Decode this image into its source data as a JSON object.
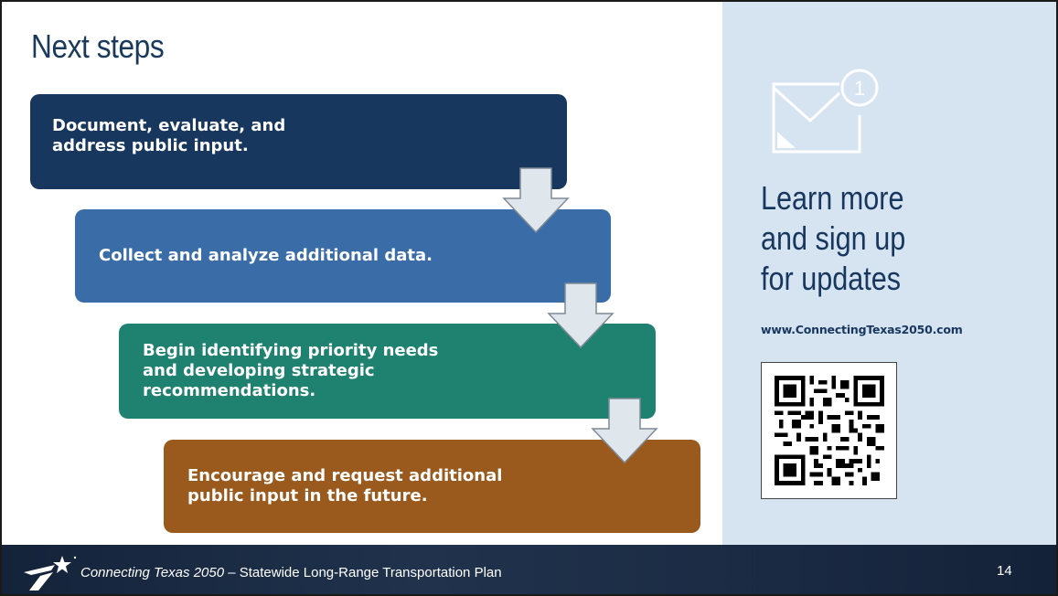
{
  "slide": {
    "title": "Next steps",
    "page_number": "14"
  },
  "steps": [
    {
      "text": "Document, evaluate, and\naddress public input.",
      "color": "#17375e"
    },
    {
      "text": "Collect and analyze additional data.",
      "color": "#3a6da8"
    },
    {
      "text": "Begin identifying priority needs\nand developing strategic\nrecommendations.",
      "color": "#1f8270"
    },
    {
      "text": "Encourage and request additional\npublic input in the future.",
      "color": "#9a5a1e"
    }
  ],
  "sidebar": {
    "heading": "Learn more\nand sign up\nfor updates",
    "url": "www.ConnectingTexas2050.com",
    "icon": "mail-notification-icon",
    "notification_count": "1",
    "qr": "qr-code"
  },
  "footer": {
    "plan_name": "Connecting Texas 2050",
    "plan_subtitle": " – Statewide Long-Range Transportation Plan"
  },
  "colors": {
    "title": "#1a3a5c",
    "sidebar_bg": "#d6e3f1",
    "footer_bg": "#1b2b44",
    "arrow_fill": "#dfe6ec"
  }
}
